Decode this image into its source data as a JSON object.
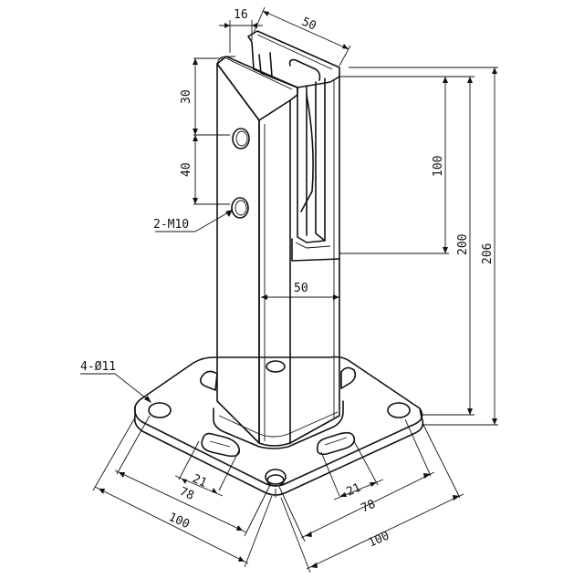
{
  "dimensions": {
    "slot_width": "16",
    "top_width": "50",
    "hole_spacing_top": "30",
    "hole_spacing": "40",
    "thread_callout": "2-M10",
    "slot_height": "100",
    "post_height": "200",
    "total_height": "206",
    "post_width": "50",
    "base_holes": "4-Ø11",
    "slot_width_left": "21",
    "slot_width_right": "21",
    "hole_pitch_left": "78",
    "hole_pitch_right": "78",
    "base_width_left": "100",
    "base_width_right": "100"
  }
}
